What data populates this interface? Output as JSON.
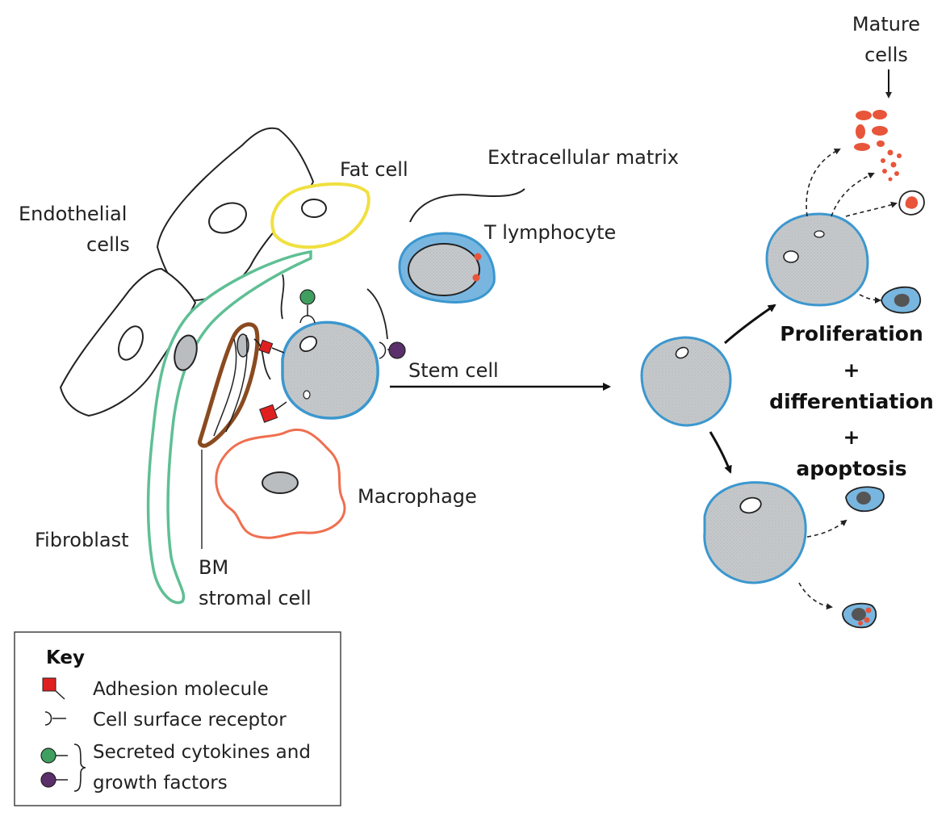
{
  "colors": {
    "stem_cell_fill": "#c9ccce",
    "stem_cell_outline": "#3b97cf",
    "t_lymph_fill": "#78b6e0",
    "fibroblast": "#5fbf94",
    "fat_cell": "#f0e040",
    "macrophage": "#ef6f4f",
    "bm_stromal": "#8a4a1f",
    "mature_red": "#e8553a",
    "adhesion": "#e02020",
    "cytokine_green": "#3f9f5f",
    "growth_purple": "#5a2f6a"
  },
  "labels": {
    "endothelial_1": "Endothelial",
    "endothelial_2": "cells",
    "fat_cell": "Fat cell",
    "extracellular_matrix": "Extracellular matrix",
    "t_lymphocyte": "T lymphocyte",
    "stem_cell": "Stem cell",
    "macrophage": "Macrophage",
    "fibroblast": "Fibroblast",
    "bm_1": "BM",
    "bm_2": "stromal cell",
    "mature_1": "Mature",
    "mature_2": "cells",
    "proliferation": "Proliferation",
    "plus_1": "+",
    "differentiation": "differentiation",
    "plus_2": "+",
    "apoptosis": "apoptosis"
  },
  "key": {
    "title": "Key",
    "items": [
      {
        "icon": "adhesion-molecule-icon",
        "label": "Adhesion molecule"
      },
      {
        "icon": "cell-surface-receptor-icon",
        "label": "Cell surface receptor"
      },
      {
        "icon": "secreted-cytokine-icon",
        "label": "Secreted cytokines and"
      },
      {
        "icon": "growth-factor-icon",
        "label": "growth factors"
      }
    ]
  }
}
